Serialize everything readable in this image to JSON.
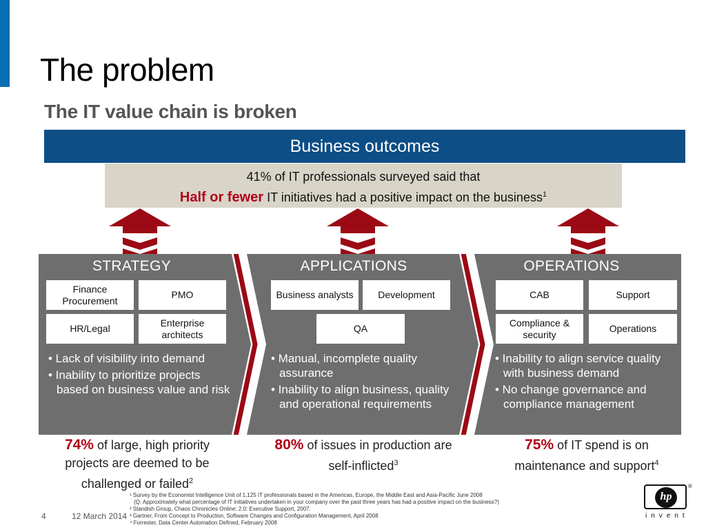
{
  "slide": {
    "title": "The problem",
    "subtitle": "The IT value chain is broken"
  },
  "outcomes": {
    "label": "Business outcomes"
  },
  "survey": {
    "line1": "41% of IT professionals surveyed said that",
    "highlight": "Half or fewer",
    "line2_rest": " IT initiatives had a positive impact on the business",
    "footnote_ref": "1"
  },
  "panels": [
    {
      "title": "STRATEGY",
      "cells": [
        "Finance Procurement",
        "PMO",
        "HR/Legal",
        "Enterprise architects"
      ],
      "bullets": [
        "• Lack of visibility into demand",
        "• Inability to prioritize projects based on business value and risk"
      ],
      "stat_pct": "74%",
      "stat_text": " of large, high priority projects are deemed to be challenged or failed",
      "stat_ref": "2"
    },
    {
      "title": "APPLICATIONS",
      "cells": [
        "Business analysts",
        "Development",
        "QA"
      ],
      "bullets": [
        "• Manual, incomplete quality assurance",
        "• Inability to align business, quality and operational requirements"
      ],
      "stat_pct": "80%",
      "stat_text": " of issues in production are self-inflicted",
      "stat_ref": "3"
    },
    {
      "title": "OPERATIONS",
      "cells": [
        "CAB",
        "Support",
        "Compliance & security",
        "Operations"
      ],
      "bullets": [
        "• Inability to align service quality with business demand",
        "• No change governance and compliance management"
      ],
      "stat_pct": "75%",
      "stat_text": " of IT spend is on maintenance and support",
      "stat_ref": "4"
    }
  ],
  "footnotes": [
    "¹ Survey by the Economist Intelligence Unit of 1,125 IT professionals based in the Americas, Europe, the Middle East and Asia-Pacific June 2008",
    "(Q: Approximately what percentage of IT initiatives undertaken in your company over the past three years has had a positive impact on the business?)",
    "² Standish Group, Chaos Chronicles Online: 2.0: Executive Support, 2007.",
    "³ Gartner, From Concept to Production, Software Changes and Configuration Management, April 2008",
    "⁴ Forrester, Data Center Automation Defined, February 2008"
  ],
  "footer": {
    "page_number": "4",
    "date": "12 March 2014"
  },
  "logo": {
    "mark": "hp",
    "tagline": "invent",
    "registered": "®"
  },
  "colors": {
    "accent_blue": "#0a6eb4",
    "outcomes_blue": "#0d4e86",
    "survey_bg": "#d8d4c8",
    "highlight_red": "#b00018",
    "panel_gray": "#6e6e6e",
    "arrow_red": "#9b0a14"
  },
  "icons": [
    "up-arrow-icon",
    "chevron-divider-icon",
    "hp-logo-icon"
  ]
}
